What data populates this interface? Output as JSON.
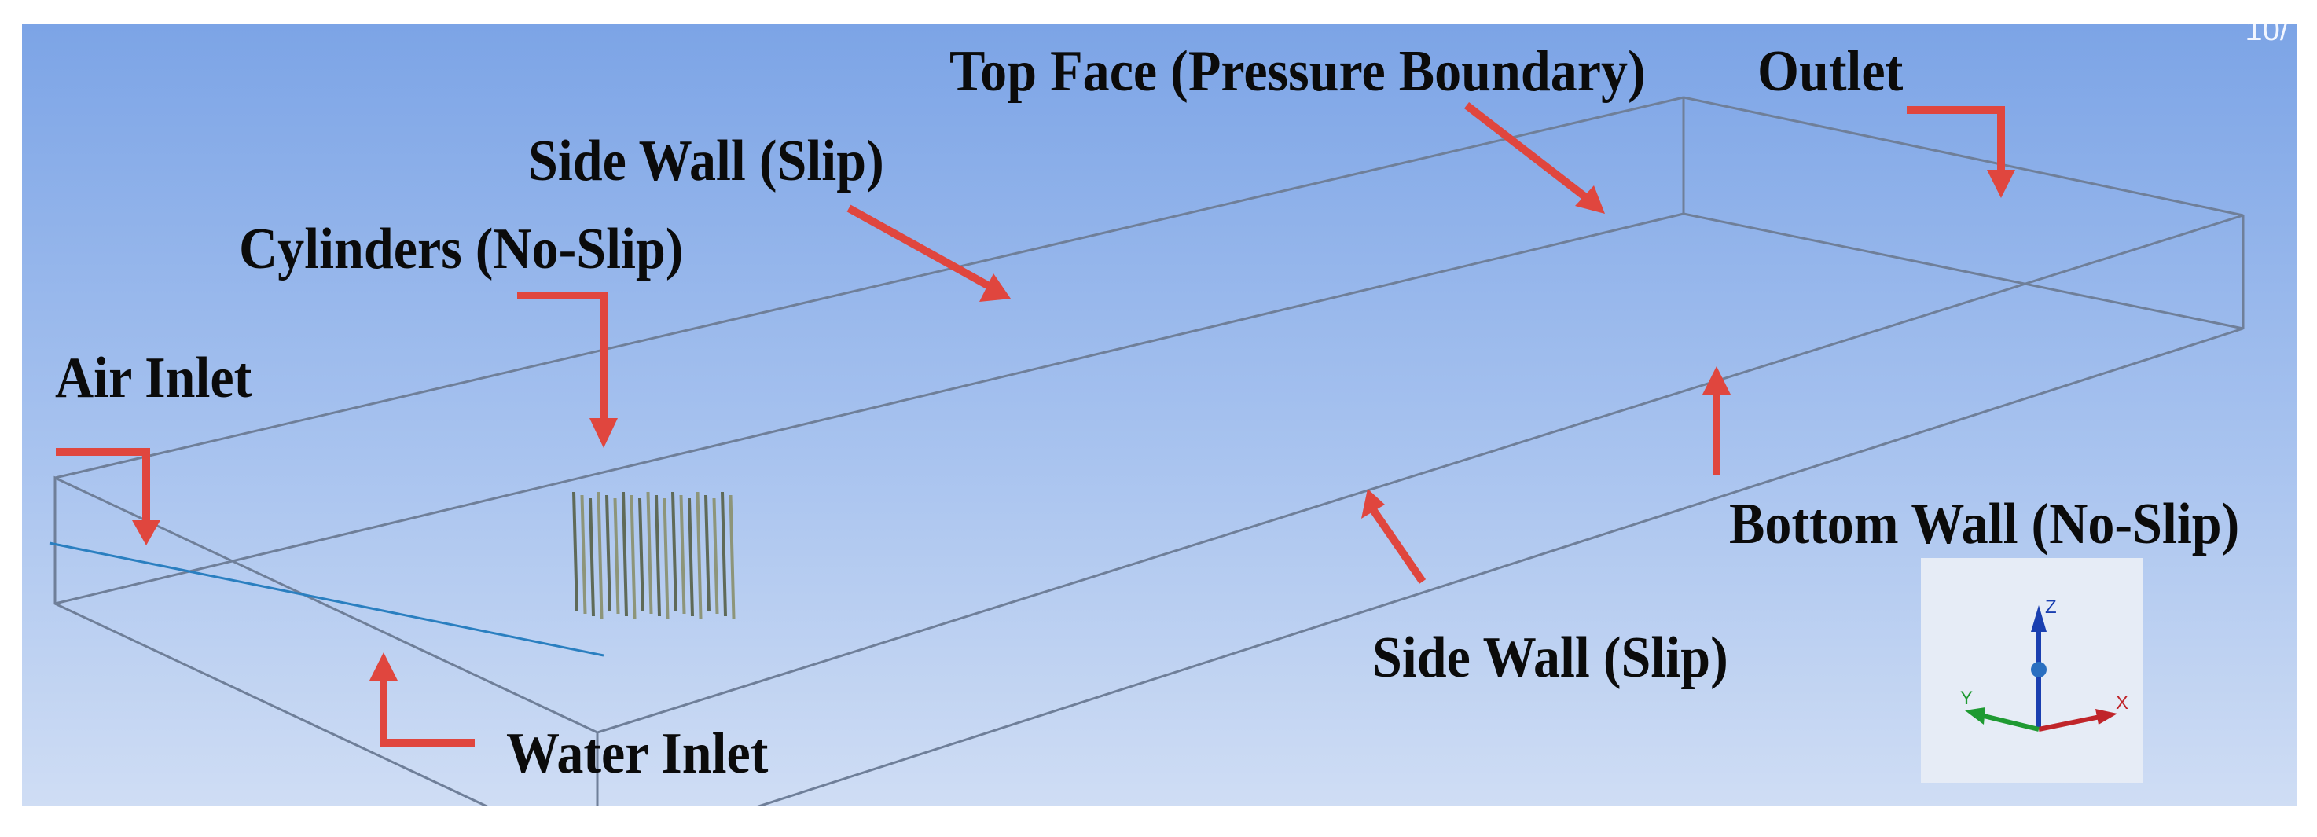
{
  "labels": {
    "top_face": "Top Face (Pressure Boundary)",
    "outlet": "Outlet",
    "side_wall_top": "Side Wall (Slip)",
    "cylinders": "Cylinders (No-Slip)",
    "air_inlet": "Air Inlet",
    "bottom_wall": "Bottom Wall (No-Slip)",
    "side_wall_bottom": "Side Wall (Slip)",
    "water_inlet": "Water Inlet"
  },
  "corner_text": "10/",
  "triad": {
    "x": "X",
    "y": "Y",
    "z": "Z"
  },
  "colors": {
    "arrow": "#e0463e",
    "edge": "#6f7f99",
    "water_line": "#2a7fc0",
    "x_axis": "#c0252a",
    "y_axis": "#1f9a32",
    "z_axis": "#1a3fb0"
  }
}
